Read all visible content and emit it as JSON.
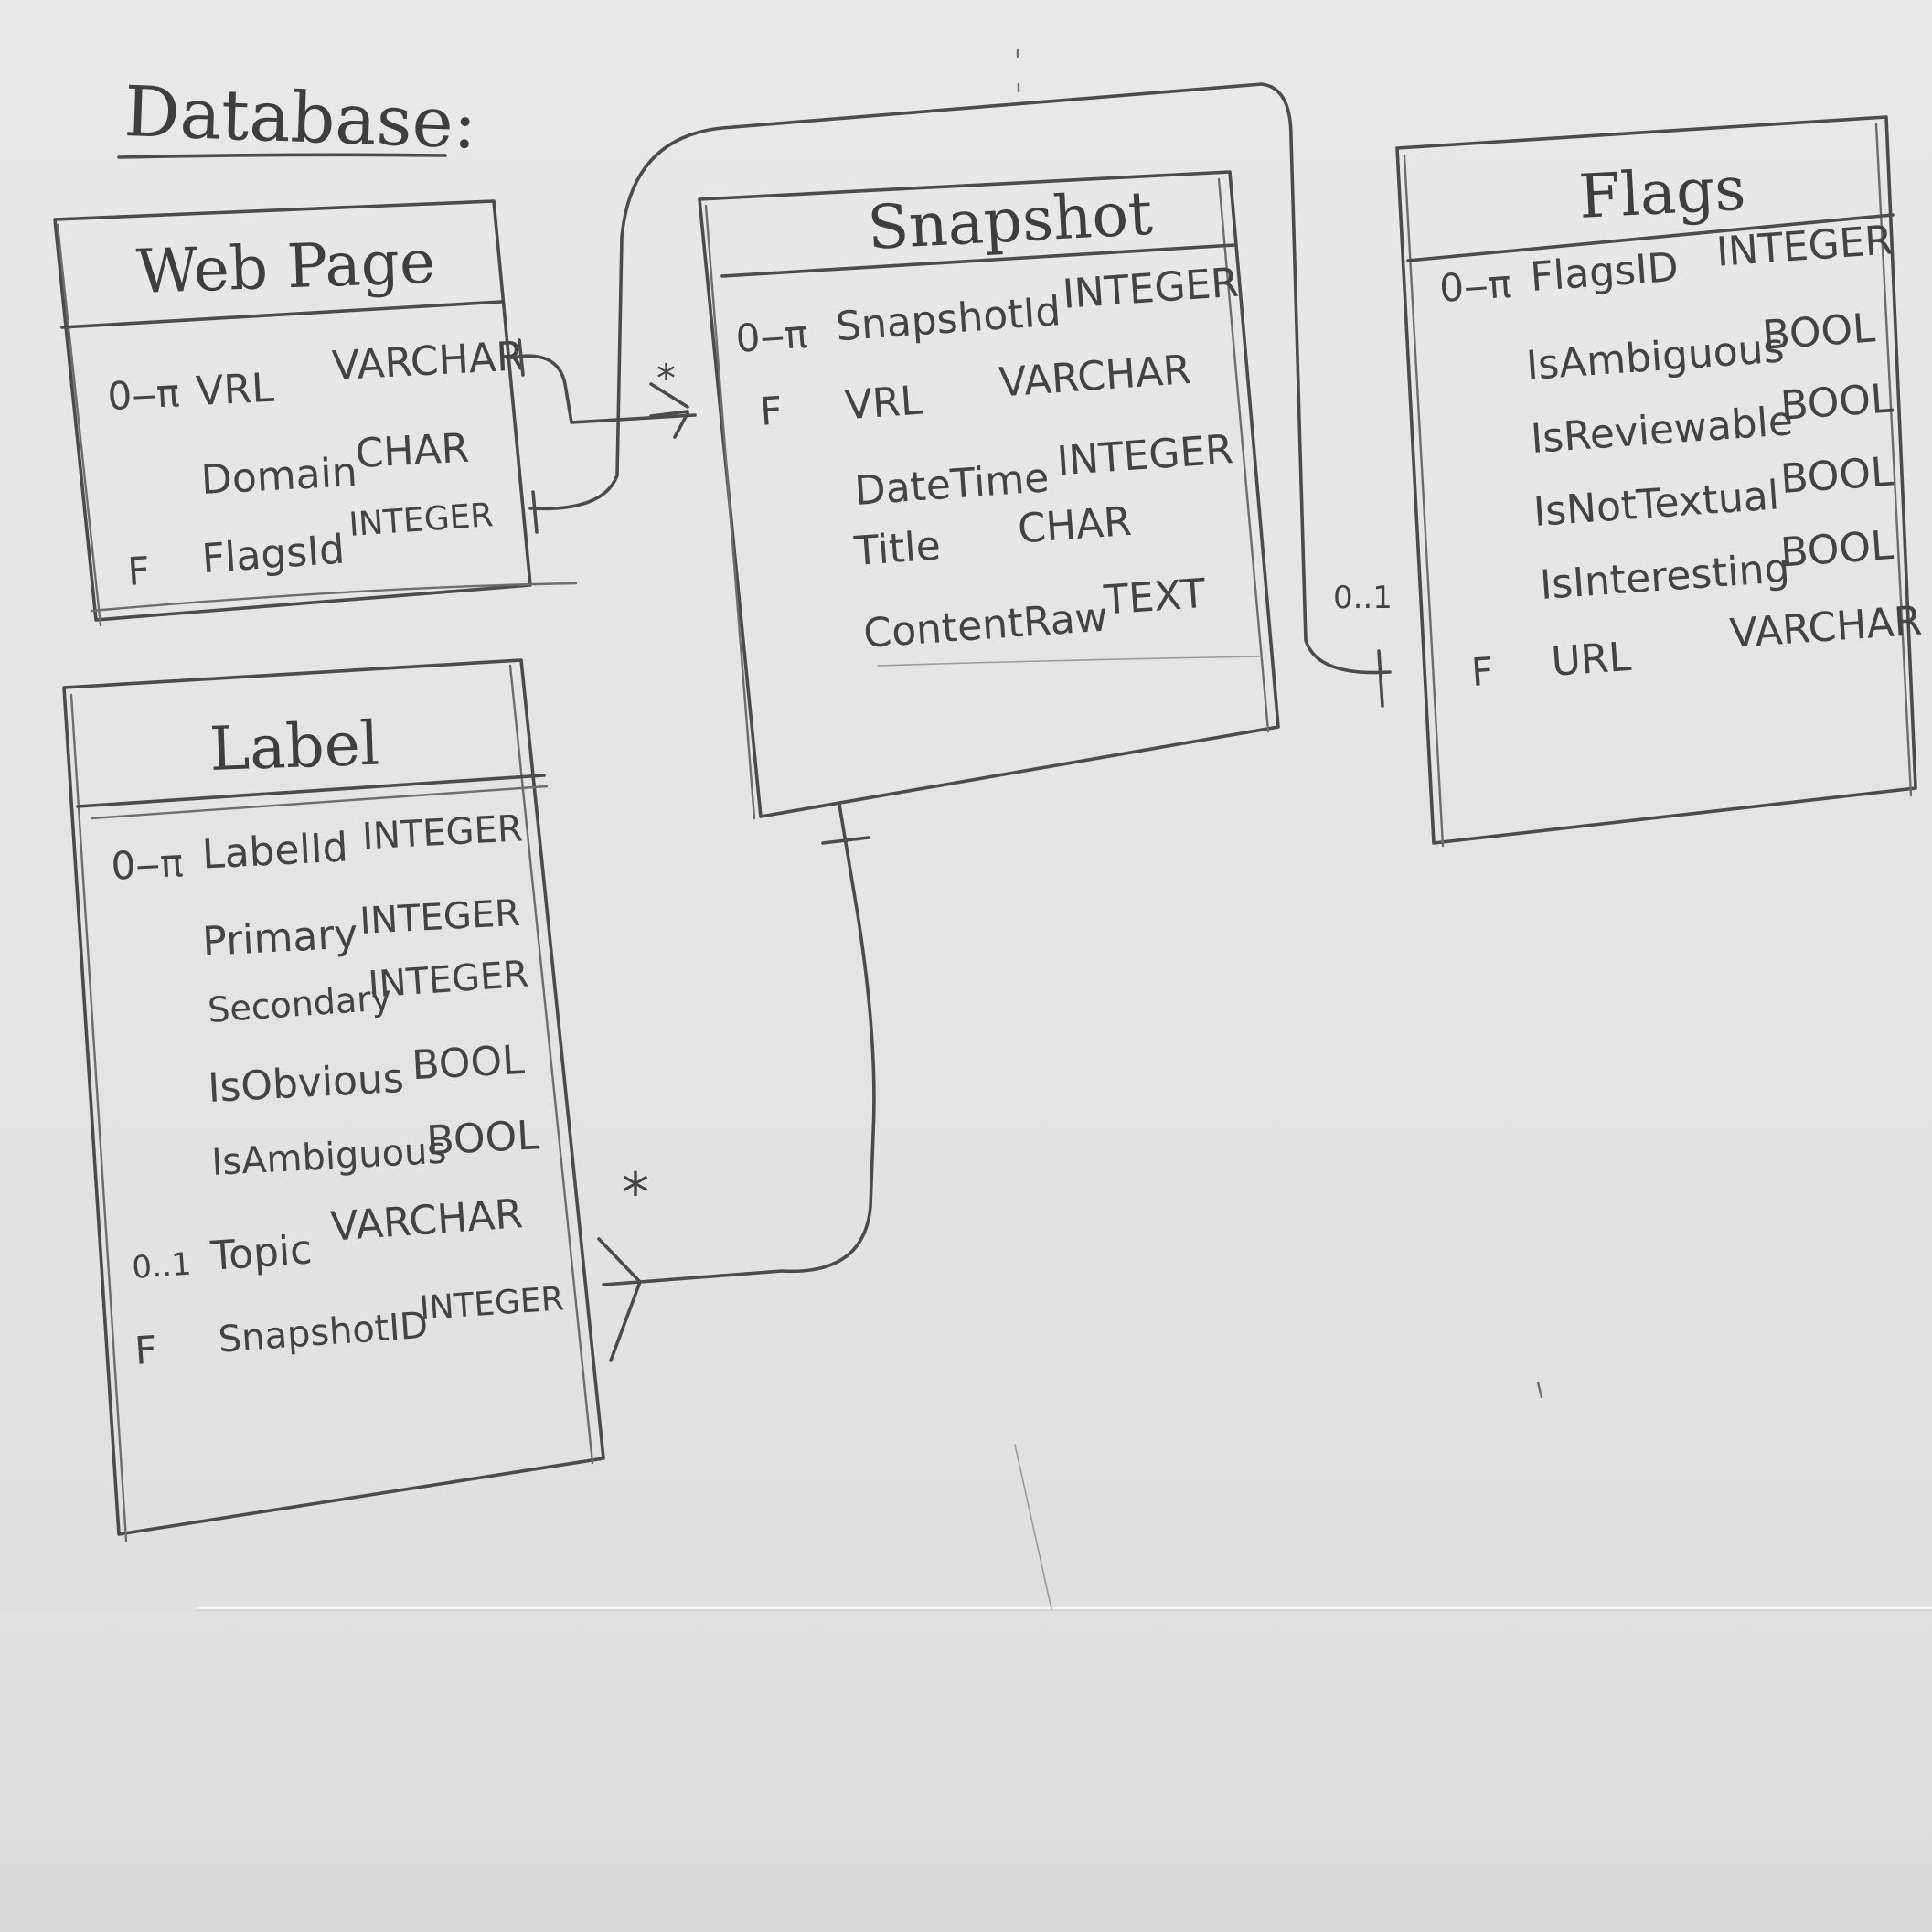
{
  "diagram": {
    "title": "Database:",
    "tables": {
      "webpage": {
        "name": "Web Page",
        "rows": [
          {
            "marker": "0‒π",
            "column": "VRL",
            "type": "VARCHAR"
          },
          {
            "marker": "",
            "column": "Domain",
            "type": "CHAR"
          },
          {
            "marker": "F",
            "column": "FlagsId",
            "type": "INTEGER"
          }
        ]
      },
      "snapshot": {
        "name": "Snapshot",
        "rows": [
          {
            "marker": "0‒π",
            "column": "SnapshotId",
            "type": "INTEGER"
          },
          {
            "marker": "F",
            "column": "VRL",
            "type": "VARCHAR"
          },
          {
            "marker": "",
            "column": "DateTime",
            "type": "INTEGER"
          },
          {
            "marker": "",
            "column": "Title",
            "type": "CHAR"
          },
          {
            "marker": "",
            "column": "ContentRaw",
            "type": "TEXT"
          }
        ]
      },
      "flags": {
        "name": "Flags",
        "rows": [
          {
            "marker": "0‒π",
            "column": "FlagsID",
            "type": "INTEGER"
          },
          {
            "marker": "",
            "column": "IsAmbiguous",
            "type": "BOOL"
          },
          {
            "marker": "",
            "column": "IsReviewable",
            "type": "BOOL"
          },
          {
            "marker": "",
            "column": "IsNotTextual",
            "type": "BOOL"
          },
          {
            "marker": "",
            "column": "IsInteresting",
            "type": "BOOL"
          },
          {
            "marker": "F",
            "column": "URL",
            "type": "VARCHAR"
          }
        ]
      },
      "label": {
        "name": "Label",
        "rows": [
          {
            "marker": "0‒π",
            "column": "LabelId",
            "type": "INTEGER"
          },
          {
            "marker": "",
            "column": "Primary",
            "type": "INTEGER"
          },
          {
            "marker": "",
            "column": "Secondary",
            "type": "INTEGER"
          },
          {
            "marker": "",
            "column": "IsObvious",
            "type": "BOOL"
          },
          {
            "marker": "",
            "column": "IsAmbiguous",
            "type": "BOOL"
          },
          {
            "marker": "0..1",
            "column": "Topic",
            "type": "VARCHAR"
          },
          {
            "marker": "F",
            "column": "SnapshotID",
            "type": "INTEGER"
          }
        ]
      }
    },
    "relationships": {
      "webpage_snapshot": {
        "many_mark": "*"
      },
      "snapshot_label": {
        "many_mark": "*"
      },
      "snapshot_flags": {
        "multiplicity": "0..1"
      }
    }
  }
}
